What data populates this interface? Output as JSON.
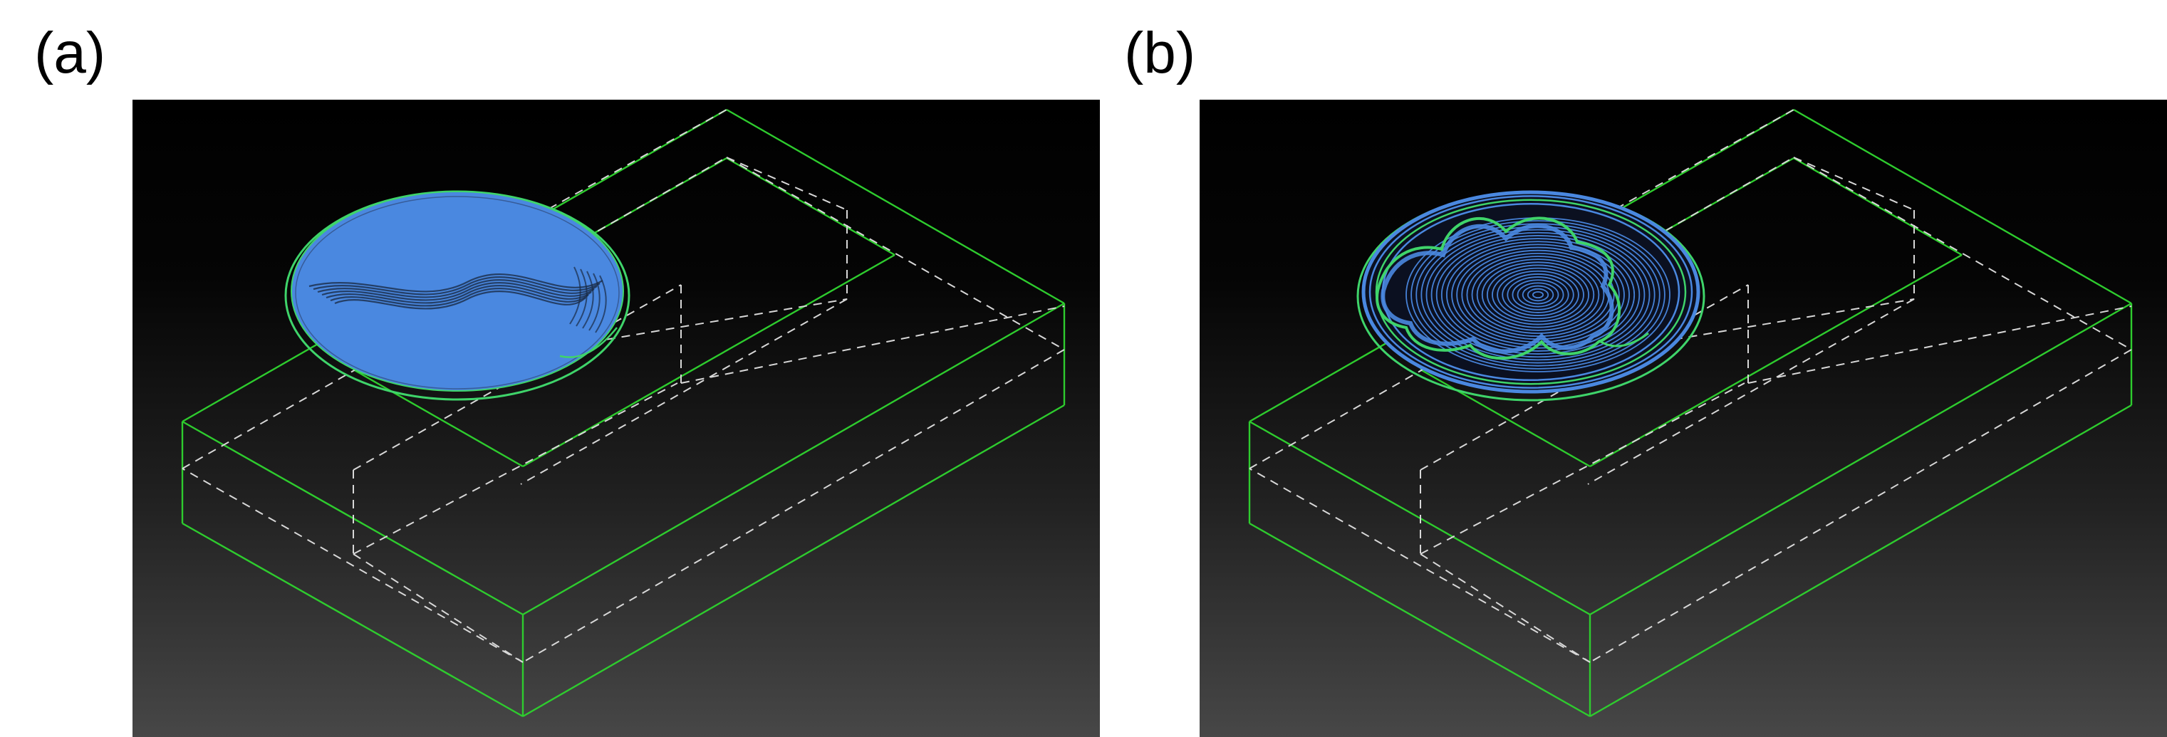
{
  "panels": [
    {
      "id": "a",
      "label": "(a)",
      "toolpath": "filled-disc"
    },
    {
      "id": "b",
      "label": "(b)",
      "toolpath": "contour-rings"
    }
  ],
  "colors": {
    "background_top": "#000000",
    "background_bottom": "#474747",
    "stock_outline": "#2ecc2e",
    "hidden_edges": "#d8d8d8",
    "toolpath_fill": "#4a88e0",
    "toolpath_line": "#4a88e0",
    "toolpath_edge": "#3fd46a"
  }
}
